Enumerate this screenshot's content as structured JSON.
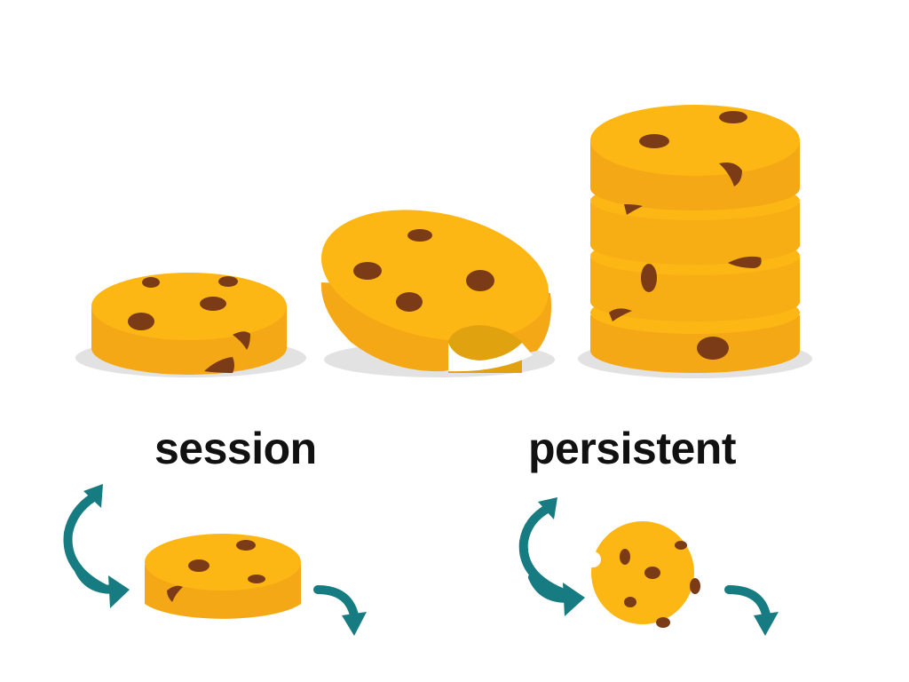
{
  "labels": {
    "session": "session",
    "persistent": "persistent"
  },
  "colors": {
    "cookie_top": "#FDB714",
    "cookie_side": "#F5A816",
    "chip": "#7A3B16",
    "shadow": "#E2E2E2",
    "arrow": "#167C82",
    "text": "#111111",
    "background": "#FFFFFF"
  },
  "illustrations": [
    {
      "name": "single-cookie",
      "description": "single flat cookie"
    },
    {
      "name": "bitten-cookie",
      "description": "tilted cookie with bite"
    },
    {
      "name": "cookie-stack",
      "description": "stack of four cookies"
    },
    {
      "name": "session-cookie-with-arrows",
      "description": "cookie with cycling arrows"
    },
    {
      "name": "persistent-cookie-with-arrows",
      "description": "round bitten cookie with cycling arrows"
    }
  ]
}
